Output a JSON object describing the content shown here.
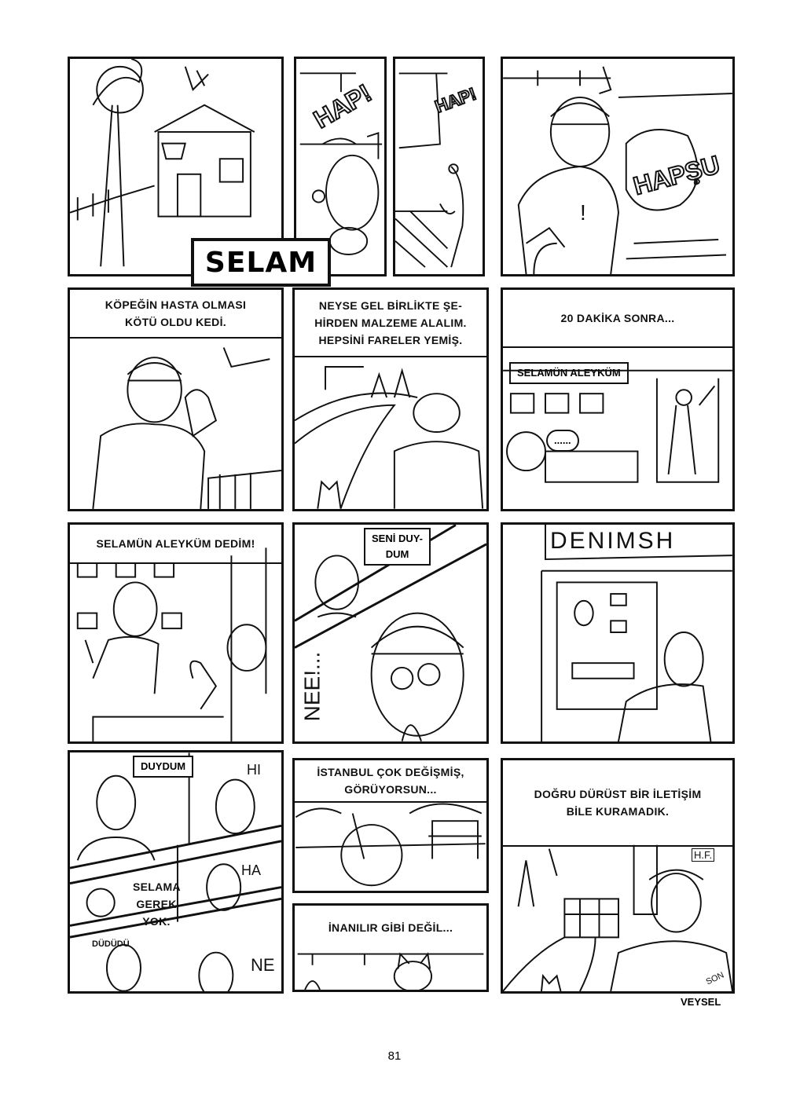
{
  "title": "SELAM",
  "author": "VEYSEL",
  "page_number": "81",
  "row1": {
    "sfx_hap_1": "HAP!",
    "sfx_hap_2": "HAP!",
    "sfx_hapsu": "HAPŞU",
    "sfx_exclaim": "!"
  },
  "row2": {
    "caption_1": [
      "KÖPEĞİN HASTA OLMASI",
      "KÖTÜ OLDU KEDİ."
    ],
    "caption_2": [
      "NEYSE GEL BİRLİKTE ŞE-",
      "HİRDEN MALZEME ALALIM.",
      "HEPSİNİ FARELER YEMİŞ."
    ],
    "caption_3": "20 DAKİKA SONRA...",
    "bubble_3": "SELAMÜN ALEYKÜM",
    "bubble_dots": "......"
  },
  "row3": {
    "caption_1": "SELAMÜN ALEYKÜM DEDİM!",
    "bubble_2": [
      "SENİ DUY-",
      "DUM"
    ],
    "sfx_nee": "NEE!...",
    "shop_sign": "DENIMSH"
  },
  "row4": {
    "bubble_duydum": "DUYDUM",
    "sfx_hi": "HI",
    "bubble_selama": [
      "SELAMA",
      "GEREK",
      "YOK."
    ],
    "sfx_ha": "HA",
    "sfx_dudu": "DÜDÜDÜ",
    "sfx_ne": "NE",
    "caption_istanbul": [
      "İSTANBUL ÇOK DEĞİŞMİŞ,",
      "GÖRÜYORSUN..."
    ],
    "caption_inanilir": "İNANILIR GİBİ DEĞİL...",
    "caption_dogru": [
      "DOĞRU DÜRÜST BİR İLETİŞİM",
      "BİLE KURAMADIK."
    ],
    "door_sign": "H.F.",
    "end_mark": "SON"
  }
}
